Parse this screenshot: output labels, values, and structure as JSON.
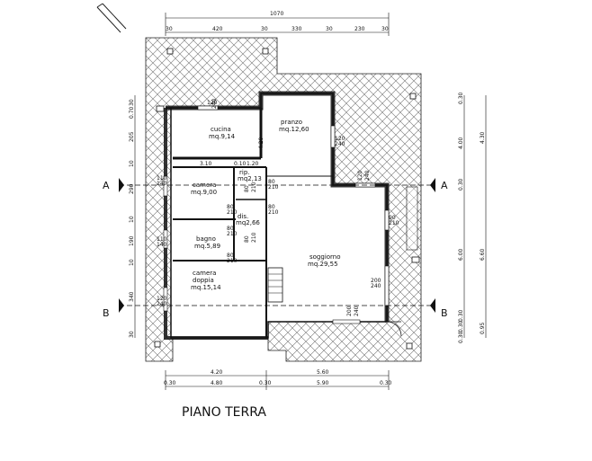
{
  "title": "PIANO TERRA",
  "section_marks": {
    "a": "A",
    "b": "B"
  },
  "rooms": {
    "cucina": {
      "name": "cucina",
      "area": "mq.9,14"
    },
    "pranzo": {
      "name": "pranzo",
      "area": "mq.12,60"
    },
    "camera": {
      "name": "camera",
      "area": "mq.9,00"
    },
    "rip": {
      "name": "rip.",
      "area": "mq2,13"
    },
    "dis": {
      "name": "dis.",
      "area": "mq2,66"
    },
    "bagno": {
      "name": "bagno",
      "area": "mq.5,89"
    },
    "soggiorno": {
      "name": "soggiorno",
      "area": "mq.29,55"
    },
    "camera_doppia": {
      "name": "camera",
      "name2": "doppia",
      "area": "mq.15,14"
    }
  },
  "dimensions": {
    "top_total": "1070",
    "top": [
      "30",
      "420",
      "30",
      "330",
      "30",
      "230",
      "30"
    ],
    "bottom_upper": [
      "4.20",
      "5.60"
    ],
    "bottom_lower": [
      "0.30",
      "4.80",
      "0.30",
      "5.90",
      "0.30"
    ],
    "left": [
      "30",
      "0.70",
      "205",
      "10",
      "290",
      "10",
      "190",
      "10",
      "340",
      "30"
    ],
    "right_inner": [
      "0.30",
      "4.00",
      "0.30",
      "6.00",
      "0.30",
      "0.30",
      "0.30"
    ],
    "right_outer": [
      "4.30",
      "6.60",
      "0.95"
    ],
    "openings": {
      "cucina": [
        "120",
        "240"
      ],
      "pranzo_side": "4.20",
      "pranzo_win": [
        "120",
        "240"
      ],
      "soggiorno_top": [
        "120",
        "240"
      ],
      "soggiorno_right": [
        "90",
        "210"
      ],
      "soggiorno_bottom_right": [
        "200",
        "240"
      ],
      "soggiorno_bottom": [
        "200",
        "240"
      ],
      "corr_top": [
        "3.10",
        "0.10",
        "1.20"
      ],
      "camera_win": [
        "110",
        "140"
      ],
      "bagno_win": [
        "110",
        "140"
      ],
      "doppia_win": [
        "120",
        "240"
      ],
      "rip_doors": [
        "80",
        "210",
        "80",
        "210",
        "80",
        "210"
      ],
      "camera_door": [
        "80",
        "210"
      ],
      "dis_door": [
        "80",
        "210"
      ],
      "bagno_door": [
        "80",
        "210"
      ],
      "bagno_side": [
        "80",
        "210"
      ]
    }
  }
}
